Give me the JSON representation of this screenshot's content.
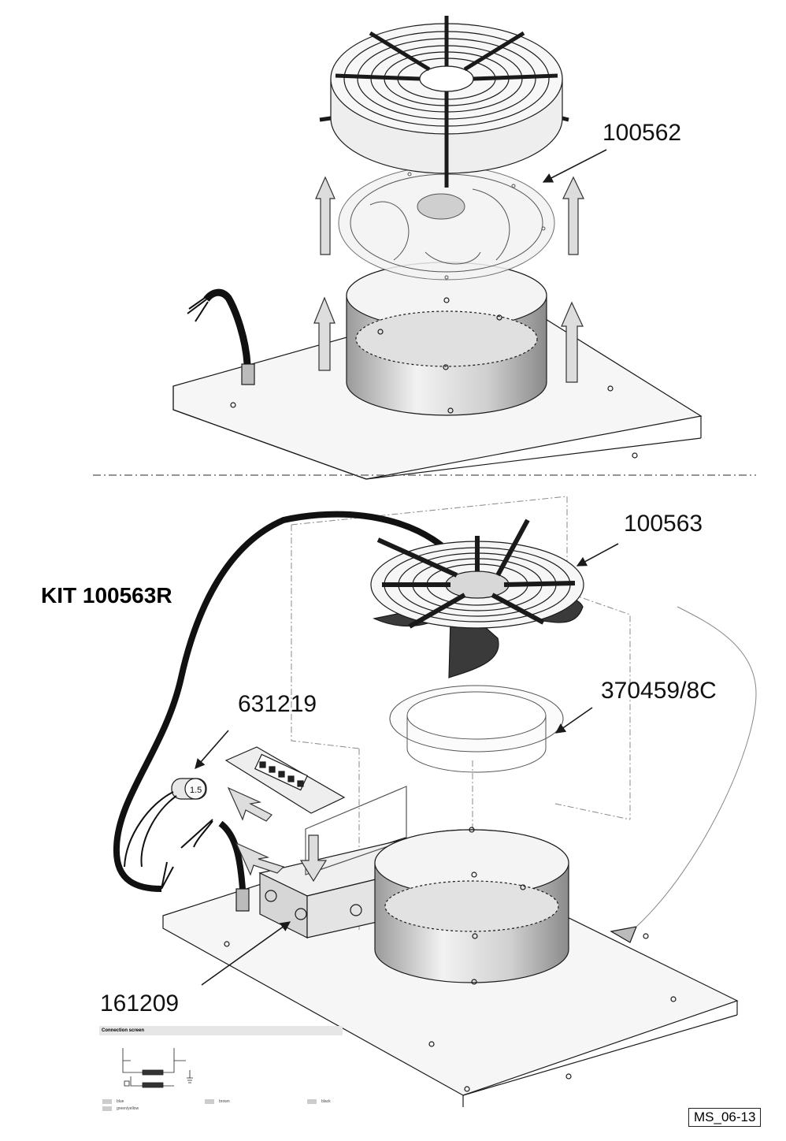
{
  "labels": {
    "top_part": "100562",
    "fan_part": "100563",
    "kit": "KIT 100563R",
    "capacitor_part": "631219",
    "ring_part": "370459/8C",
    "box_part": "161209",
    "capacitor_value": "1.5"
  },
  "drawing_ref": "MS_06-13",
  "connection_screen": {
    "title": "Connection screen",
    "legend": [
      "blue",
      "brown",
      "black",
      "green/yellow"
    ]
  },
  "colors": {
    "line": "#1a1a1a",
    "light_fill": "#e8e8e8",
    "mid_fill": "#c8c8c8",
    "blade_fill": "#3a3a3a",
    "arrow_fill": "#dddddd"
  }
}
